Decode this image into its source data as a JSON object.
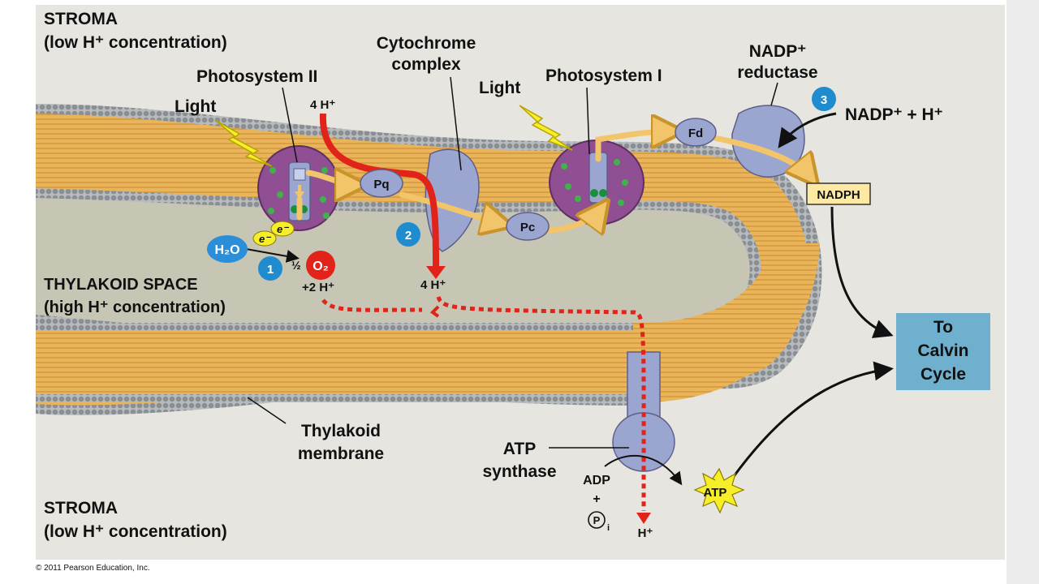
{
  "labels": {
    "stroma_top": "STROMA",
    "stroma_top_sub": "(low H⁺ concentration)",
    "thylakoid_space": "THYLAKOID SPACE",
    "thylakoid_space_sub": "(high H⁺ concentration)",
    "stroma_bottom": "STROMA",
    "stroma_bottom_sub": "(low H⁺ concentration)",
    "photosystem_ii": "Photosystem II",
    "photosystem_i": "Photosystem I",
    "cytochrome_line1": "Cytochrome",
    "cytochrome_line2": "complex",
    "nadp_reductase_line1": "NADP⁺",
    "nadp_reductase_line2": "reductase",
    "light_1": "Light",
    "light_2": "Light",
    "four_h_top": "4 H⁺",
    "four_h_bottom": "4 H⁺",
    "plus_two_h": "+2 H⁺",
    "half": "½",
    "o2": "O₂",
    "h2o": "H₂O",
    "electron": "e⁻",
    "pq": "Pq",
    "pc": "Pc",
    "fd": "Fd",
    "nadp_plus_h": "NADP⁺ + H⁺",
    "nadph": "NADPH",
    "calvin_line1": "To",
    "calvin_line2": "Calvin",
    "calvin_line3": "Cycle",
    "thylakoid_membrane_line1": "Thylakoid",
    "thylakoid_membrane_line2": "membrane",
    "atp_synthase_line1": "ATP",
    "atp_synthase_line2": "synthase",
    "adp": "ADP",
    "plus": "+",
    "pi": "P",
    "pi_sub": "i",
    "atp": "ATP",
    "h_plus_bottom": "H⁺",
    "step_1": "1",
    "step_2": "2",
    "step_3": "3",
    "copyright": "© 2011 Pearson Education, Inc."
  },
  "colors": {
    "stroma_bg": "#e6e5df",
    "lumen": "#c7c5b4",
    "membrane_tail": "#e9b45a",
    "head": "#8a8f94",
    "protein": "#9aa6cf",
    "photosystem": "#8f4f92",
    "electron_path": "#f3c56b",
    "proton_red": "#e2231a",
    "step_blue": "#1e8ccf",
    "calvin_box": "#6fb0cf",
    "nadph_box": "#fde9a3",
    "atp_star": "#f5ee28",
    "o2_red": "#e2231a",
    "h2o_blue": "#2a8fd8"
  }
}
